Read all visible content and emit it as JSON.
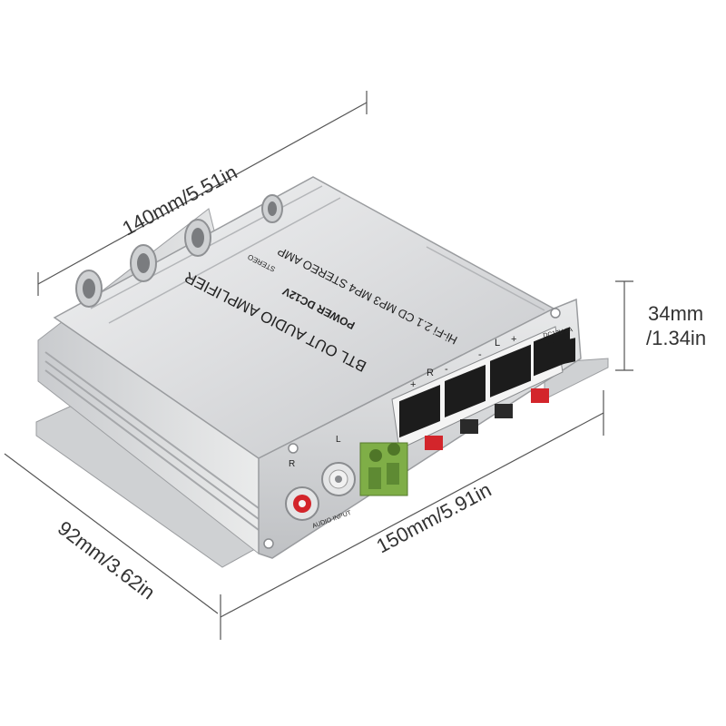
{
  "dimensions": {
    "top_length": "140mm/5.51in",
    "bottom_length": "150mm/5.91in",
    "depth": "92mm/3.62in",
    "height_line1": "34mm",
    "height_line2": "/1.34in"
  },
  "product_labels": {
    "title": "BTL OUT AUDIO AMPLIFIER",
    "power": "POWER DC12V",
    "hifi": "Hi-Fi 2.1 CD MP3 MP4 STEREO AMP",
    "stereo": "STEREO",
    "dc_input": "DC12V 3A",
    "audio_input": "AUDIO INPUT",
    "channel_r": "R",
    "channel_l": "L",
    "plus": "+",
    "minus": "-"
  },
  "colors": {
    "body": "#d9dadc",
    "body_dark": "#a9abae",
    "terminal_black": "#1c1c1c",
    "terminal_green": "#7fae47",
    "rca_red": "#d3252b",
    "dim_line": "#555555"
  }
}
